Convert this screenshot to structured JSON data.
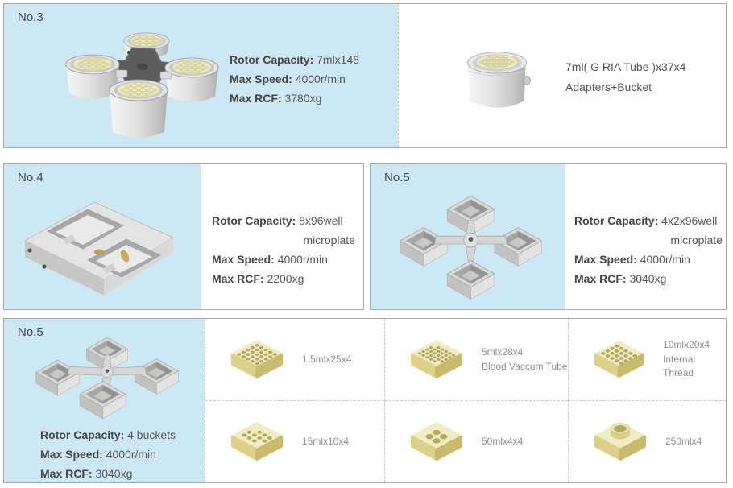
{
  "colors": {
    "panel_blue": "#cbe8f4",
    "panel_border": "#a9a9a9",
    "spec_text": "#4d4d4d",
    "muted_label": "#909090",
    "adapter_khaki": "#d8cc84"
  },
  "panels": {
    "no3": {
      "id": "No.3",
      "specs": [
        {
          "label": "Rotor Capacity:",
          "value": "7mlx148"
        },
        {
          "label": "Max Speed:",
          "value": "4000r/min"
        },
        {
          "label": "Max RCF:",
          "value": "3780xg"
        }
      ],
      "accessory": {
        "line1": "7ml( G RIA Tube )x37x4",
        "line2": "Adapters+Bucket"
      }
    },
    "no4": {
      "id": "No.4",
      "specs": [
        {
          "label": "Rotor Capacity:",
          "value": "8x96well"
        },
        {
          "label": "",
          "value": "microplate"
        },
        {
          "label": "Max Speed:",
          "value": "4000r/min"
        },
        {
          "label": "Max RCF:",
          "value": "2200xg"
        }
      ]
    },
    "no5_top": {
      "id": "No.5",
      "specs": [
        {
          "label": "Rotor Capacity:",
          "value": "4x2x96well"
        },
        {
          "label": "",
          "value": "microplate"
        },
        {
          "label": "Max Speed:",
          "value": "4000r/min"
        },
        {
          "label": "Max RCF:",
          "value": "3040xg"
        }
      ]
    },
    "no5_bottom": {
      "id": "No.5",
      "specs": [
        {
          "label": "Rotor Capacity:",
          "value": "4 buckets"
        },
        {
          "label": "Max Speed:",
          "value": "4000r/min"
        },
        {
          "label": "Max RCF:",
          "value": "3040xg"
        }
      ],
      "adapters": [
        {
          "line1": "1.5mlx25x4",
          "line2": ""
        },
        {
          "line1": "5mlx28x4",
          "line2": "Blood Vaccum Tube"
        },
        {
          "line1": "10mlx20x4",
          "line2": "Internal Thread"
        },
        {
          "line1": "15mlx10x4",
          "line2": ""
        },
        {
          "line1": "50mlx4x4",
          "line2": ""
        },
        {
          "line1": "250mlx4",
          "line2": ""
        }
      ]
    }
  }
}
